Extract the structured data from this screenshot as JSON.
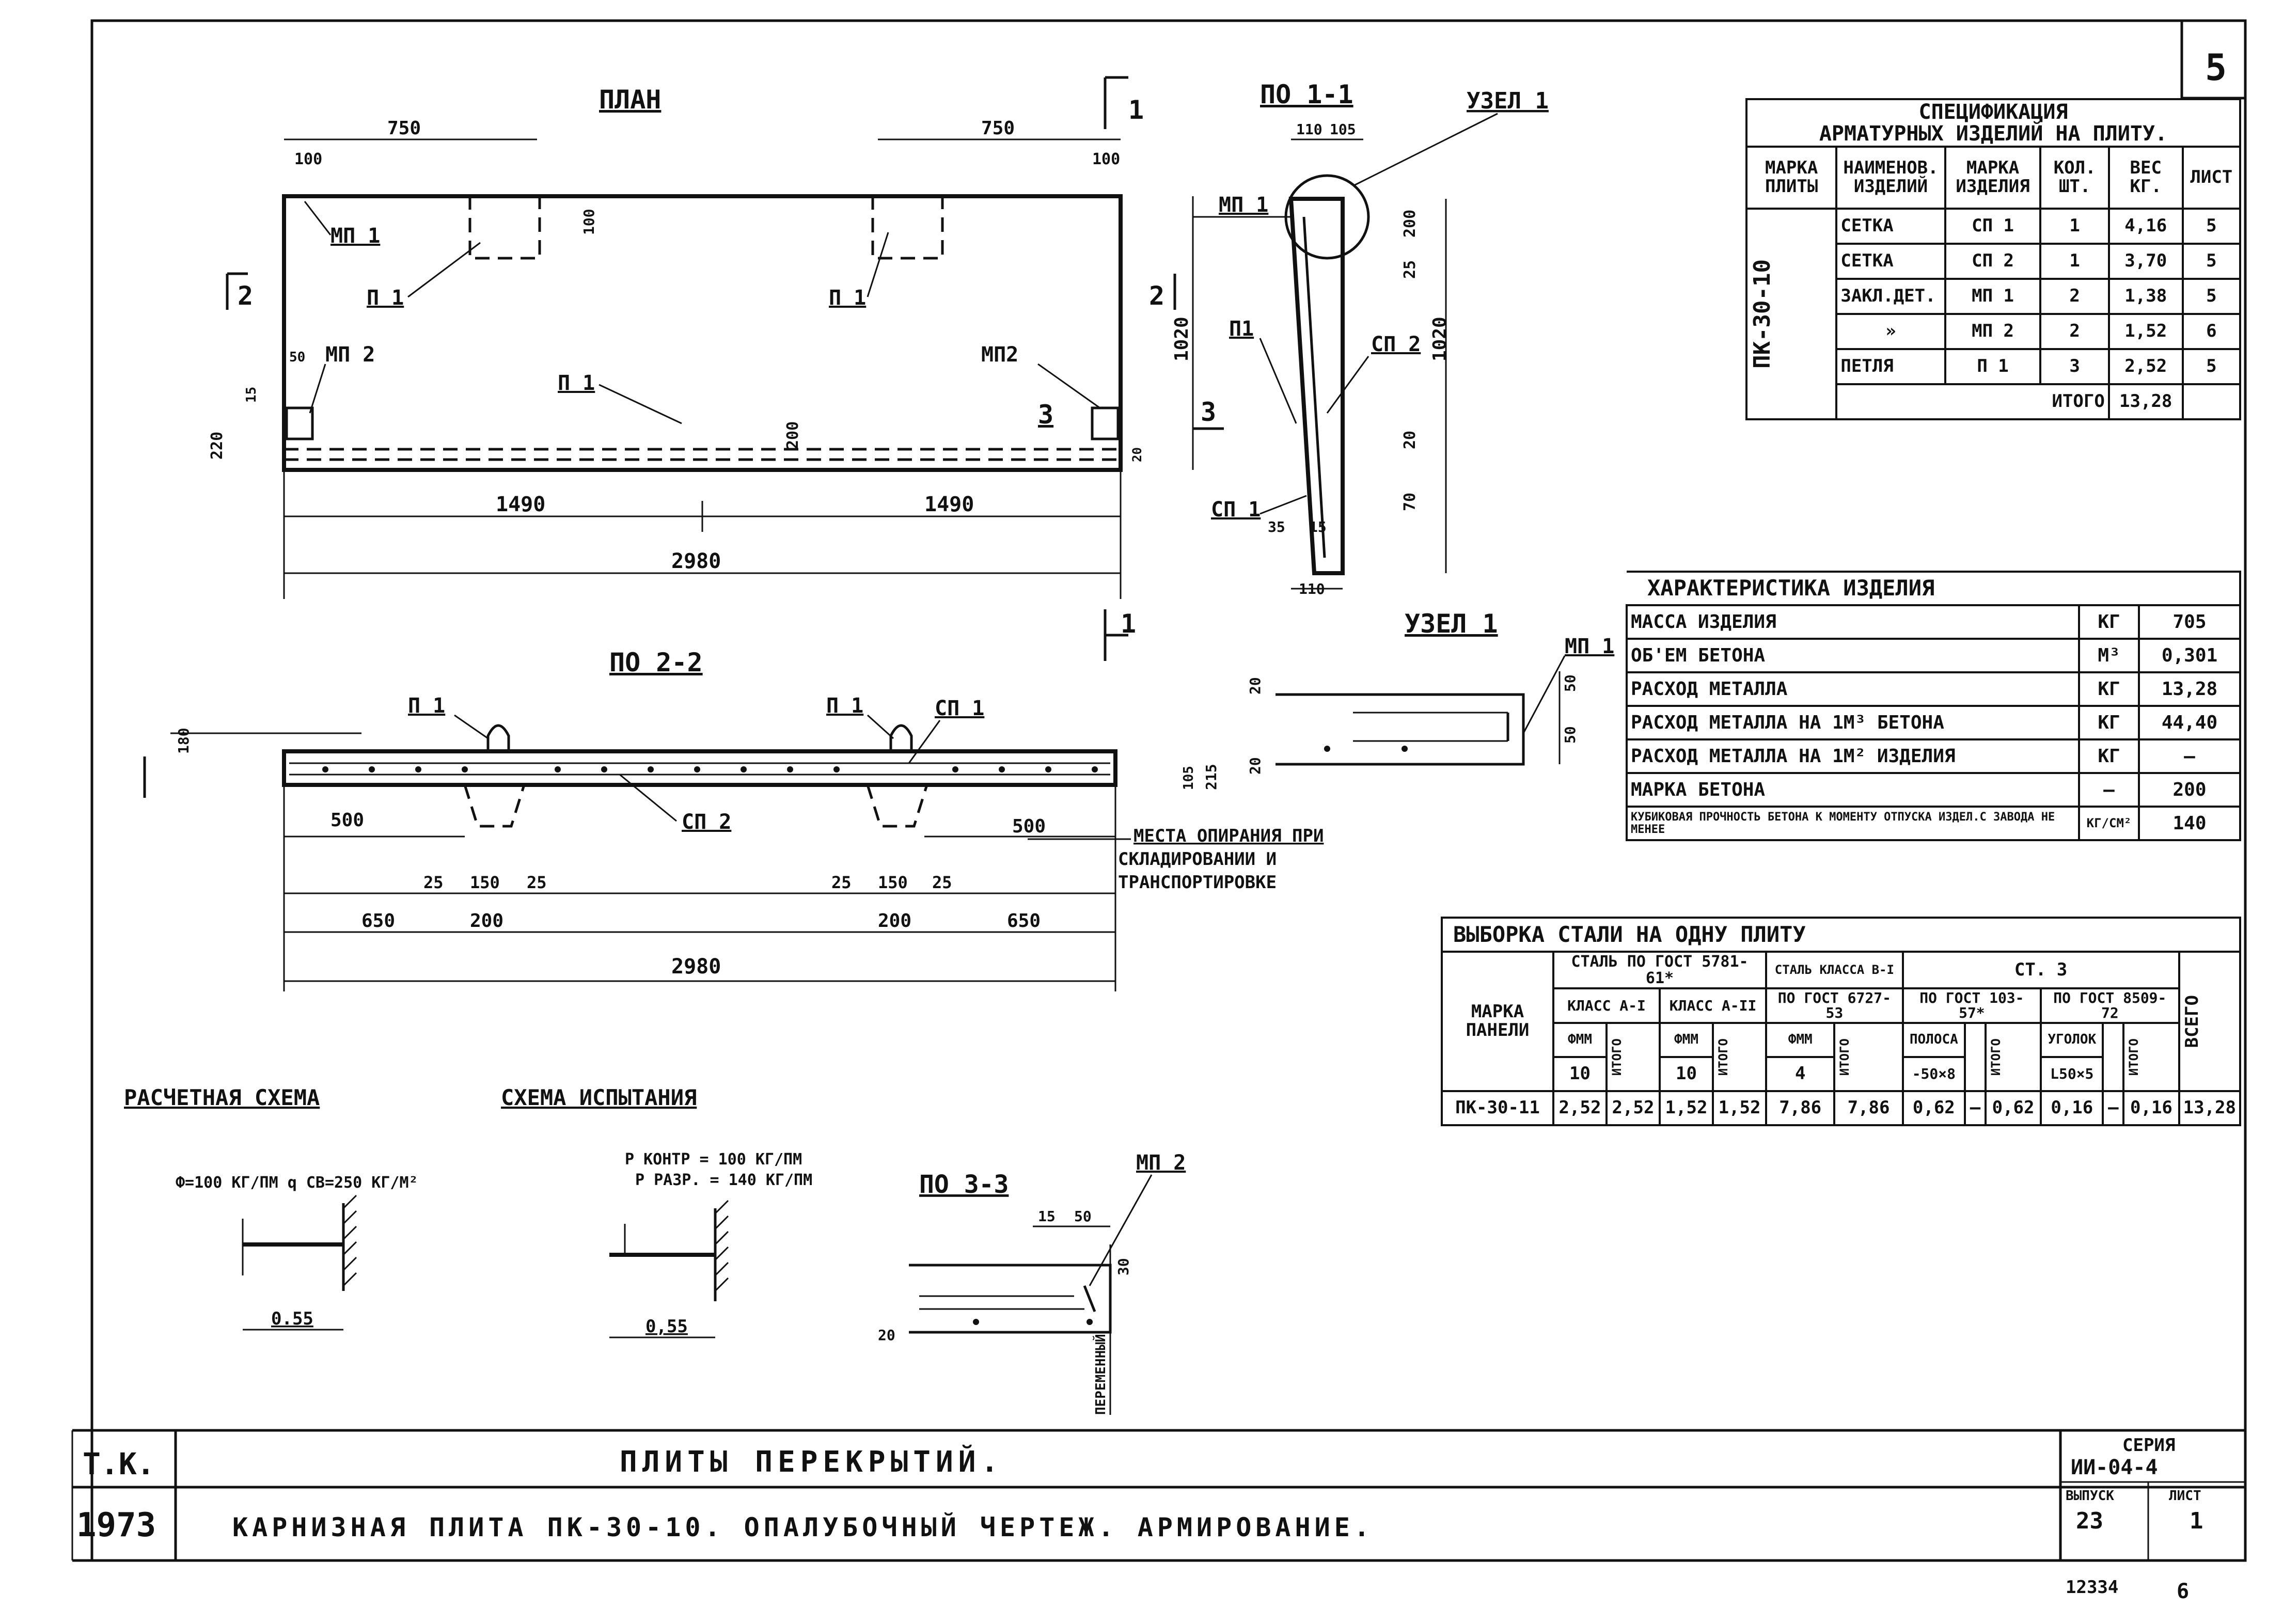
{
  "sheet_number": "5",
  "views": {
    "plan_title": "ПЛАН",
    "section_1_title": "ПО 1-1",
    "section_2_title": "ПО 2-2",
    "section_3_title": "ПО 3-3",
    "node_1_title": "УЗЕЛ 1",
    "node_1_callout": "УЗЕЛ 1",
    "calc_scheme_title": "РАСЧЕТНАЯ СХЕМА",
    "test_scheme_title": "СХЕМА ИСПЫТАНИЯ",
    "section_marks": {
      "one": "1",
      "two": "2",
      "three": "3"
    }
  },
  "plan": {
    "dim_750_left": "750",
    "dim_750_right": "750",
    "dim_100_left": "100",
    "dim_100_right": "100",
    "dim_100_mid": "100",
    "dim_1490_left": "1490",
    "dim_1490_right": "1490",
    "dim_2980": "2980",
    "dim_1020": "1020",
    "dim_200": "200",
    "dim_220": "220",
    "dim_50": "50",
    "dim_15": "15",
    "dim_20": "20",
    "labels": {
      "mp1": "МП 1",
      "p1_a": "П 1",
      "p1_b": "П 1",
      "p1_c": "П 1",
      "mp2_left": "МП 2",
      "mp2_right": "МП2"
    }
  },
  "section11": {
    "dims": {
      "d110": "110",
      "d105": "105",
      "d200": "200",
      "d25": "25",
      "d1020": "1020",
      "d20": "20",
      "d70": "70",
      "d35": "35",
      "d15": "15",
      "d110b": "110"
    },
    "labels": {
      "mp1": "МП 1",
      "p1": "П1",
      "sp2": "СП 2",
      "sp1": "СП 1"
    }
  },
  "section22": {
    "dims": {
      "d500_left": "500",
      "d500_right": "500",
      "d25_a": "25",
      "d150_a": "150",
      "d25_b": "25",
      "d25_c": "25",
      "d150_b": "150",
      "d25_d": "25",
      "d650_left": "650",
      "d200_left": "200",
      "d200_right": "200",
      "d650_right": "650",
      "d2980": "2980",
      "d215": "215",
      "d105": "105",
      "d180": "180"
    },
    "labels": {
      "p1_left": "П 1",
      "p1_right": "П 1",
      "sp1": "СП 1",
      "sp2": "СП 2"
    },
    "support_note_line1": "МЕСТА ОПИРАНИЯ ПРИ",
    "support_note_line2": "СКЛАДИРОВАНИИ И",
    "support_note_line3": "ТРАНСПОРТИРОВКЕ"
  },
  "node1": {
    "label_mp1": "МП 1",
    "d20a": "20",
    "d50a": "50",
    "d50b": "50",
    "d20b": "20"
  },
  "calc_scheme": {
    "load": "Ф=100 КГ/ПМ  q СВ=250 КГ/М²",
    "span": "0.55"
  },
  "test_scheme": {
    "p_control": "Р КОНТР = 100 КГ/ПМ",
    "p_break": "Р РАЗР. = 140 КГ/ПМ",
    "span": "0,55"
  },
  "section33": {
    "label_mp2": "МП 2",
    "d15": "15",
    "d50": "50",
    "d30": "30",
    "d20": "20",
    "vertical_note": "ПЕРЕМЕННЫЙ"
  },
  "spec": {
    "title_line1": "СПЕЦИФИКАЦИЯ",
    "title_line2": "АРМАТУРНЫХ ИЗДЕЛИЙ НА ПЛИТУ.",
    "headers": [
      "МАРКА ПЛИТЫ",
      "НАИМЕНОВ. ИЗДЕЛИЙ",
      "МАРКА ИЗДЕЛИЯ",
      "КОЛ. ШТ.",
      "ВЕС КГ.",
      "ЛИСТ"
    ],
    "panel_mark": "ПК-30-10",
    "rows": [
      [
        "СЕТКА",
        "СП 1",
        "1",
        "4,16",
        "5"
      ],
      [
        "СЕТКА",
        "СП 2",
        "1",
        "3,70",
        "5"
      ],
      [
        "ЗАКЛ.ДЕТ.",
        "МП 1",
        "2",
        "1,38",
        "5"
      ],
      [
        "»",
        "МП 2",
        "2",
        "1,52",
        "6"
      ],
      [
        "ПЕТЛЯ",
        "П 1",
        "3",
        "2,52",
        "5"
      ]
    ],
    "total_label": "ИТОГО",
    "total_value": "13,28"
  },
  "characteristics": {
    "title": "ХАРАКТЕРИСТИКА ИЗДЕЛИЯ",
    "rows": [
      [
        "МАССА ИЗДЕЛИЯ",
        "КГ",
        "705"
      ],
      [
        "ОБ'ЕМ БЕТОНА",
        "М³",
        "0,301"
      ],
      [
        "РАСХОД МЕТАЛЛА",
        "КГ",
        "13,28"
      ],
      [
        "РАСХОД МЕТАЛЛА НА 1М³ БЕТОНА",
        "КГ",
        "44,40"
      ],
      [
        "РАСХОД МЕТАЛЛА НА 1М² ИЗДЕЛИЯ",
        "КГ",
        "–"
      ],
      [
        "МАРКА БЕТОНА",
        "–",
        "200"
      ],
      [
        "КУБИКОВАЯ ПРОЧНОСТЬ БЕТОНА К МОМЕНТУ ОТПУСКА ИЗДЕЛ.С ЗАВОДА НЕ МЕНЕЕ",
        "КГ/СМ²",
        "140"
      ]
    ]
  },
  "steel": {
    "title": "ВЫБОРКА СТАЛИ НА ОДНУ ПЛИТУ",
    "col_mark": "МАРКА ПАНЕЛИ",
    "group_gost5781": "СТАЛЬ ПО ГОСТ 5781-61*",
    "class_a1": "КЛАСС А-I",
    "class_a2": "КЛАСС А-II",
    "group_b1": "СТАЛЬ КЛАССА В-I",
    "gost6727": "ПО ГОСТ 6727-53",
    "group_st3": "СТ. 3",
    "gost103": "ПО ГОСТ 103-57*",
    "gost8509": "ПО ГОСТ 8509-72",
    "diam": "ФММ",
    "itogo": "ИТОГО",
    "strip": "ПОЛОСА",
    "angle": "УГОЛОК",
    "vsego": "ВСЕГО",
    "d10a": "10",
    "d10b": "10",
    "d4": "4",
    "strip_size": "-50×8",
    "angle_size": "L50×5",
    "row": [
      "ПК-30-11",
      "2,52",
      "2,52",
      "1,52",
      "1,52",
      "7,86",
      "7,86",
      "0,62",
      "–",
      "0,62",
      "0,16",
      "–",
      "0,16",
      "13,28"
    ]
  },
  "title_block": {
    "tk": "Т.К.",
    "year": "1973",
    "line1": "ПЛИТЫ ПЕРЕКРЫТИЙ.",
    "line2": "КАРНИЗНАЯ ПЛИТА  ПК-30-10.  ОПАЛУБОЧНЫЙ ЧЕРТЕЖ. АРМИРОВАНИЕ.",
    "seria_label": "СЕРИЯ",
    "seria_value": "ИИ-04-4",
    "vypusk_label": "ВЫПУСК",
    "vypusk_value": "23",
    "list_label": "ЛИСТ",
    "list_value": "1",
    "archive_no": "12334",
    "corner_no": "6"
  }
}
